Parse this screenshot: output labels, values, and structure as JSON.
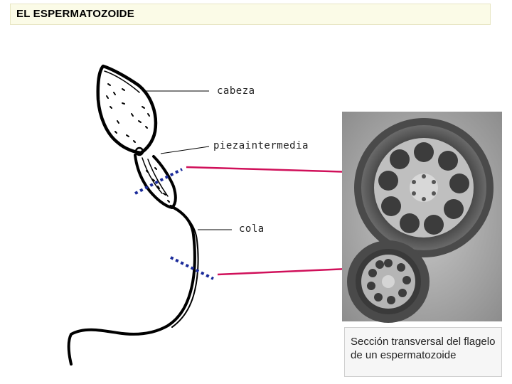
{
  "title": "EL ESPERMATOZOIDE",
  "labels": {
    "head": "cabeza",
    "midpiece": "piezaintermedia",
    "tail": "cola"
  },
  "caption": "Sección transversal del flagelo de un espermatozoide",
  "colors": {
    "title_bg": "#fbfbe7",
    "pointer_arrows": "#d0105a",
    "cut_lines": "#1a2a9a"
  }
}
